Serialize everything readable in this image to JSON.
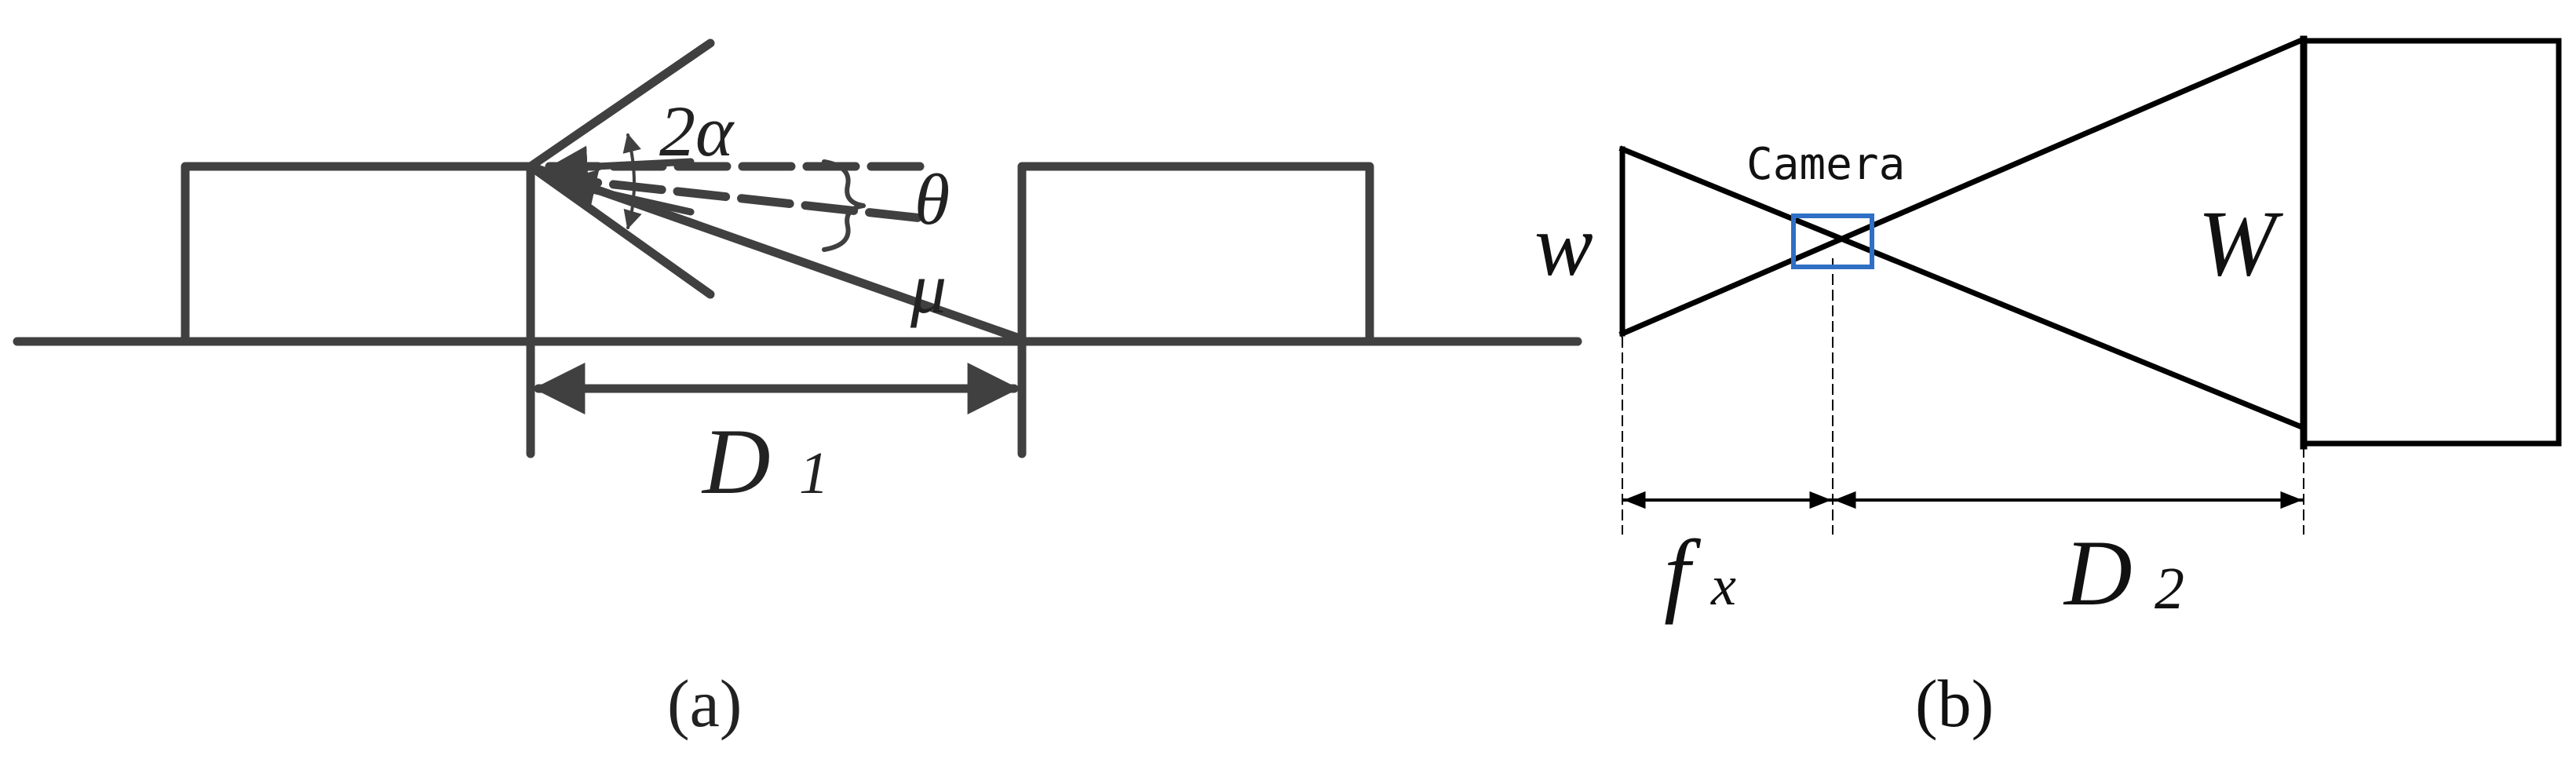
{
  "panel_a": {
    "caption": "(a)",
    "labels": {
      "two_alpha": "2α",
      "theta": "θ",
      "mu": "μ",
      "d1_main": "D",
      "d1_sub": "1"
    }
  },
  "panel_b": {
    "caption": "(b)",
    "labels": {
      "camera": "Camera",
      "w_small": "w",
      "w_large": "W",
      "fx_main": "f",
      "fx_sub": "x",
      "d2_main": "D",
      "d2_sub": "2"
    }
  },
  "colors": {
    "stroke_a": "#404040",
    "stroke_b": "#000000",
    "camera_box": "#2f6fc4"
  }
}
